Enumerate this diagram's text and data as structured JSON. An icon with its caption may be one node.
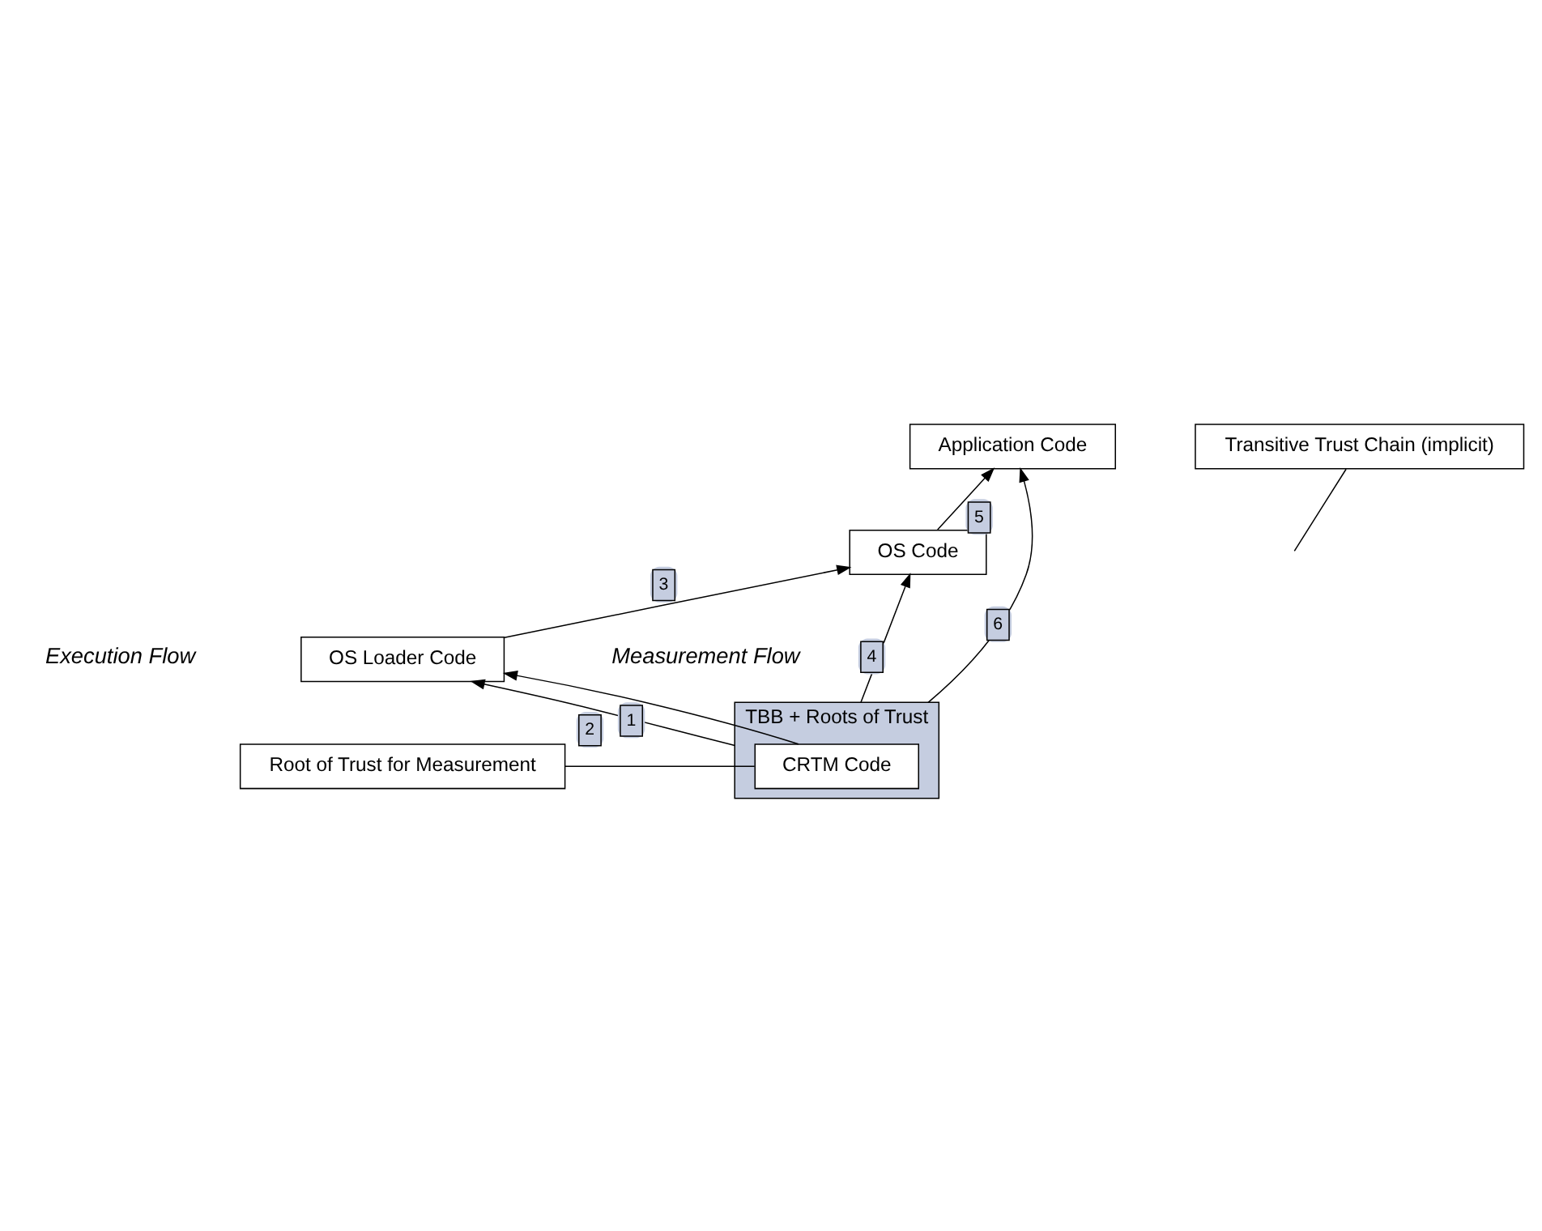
{
  "diagram": {
    "nodes": [
      {
        "text": [
          "TBB + Roots of Trust"
        ]
      },
      {
        "text": [
          "CRTM Code"
        ],
        "in": 0
      },
      {
        "text": [
          "OS Loader Code"
        ]
      },
      {
        "text": [
          "OS Code"
        ]
      },
      {
        "text": [
          "Application Code"
        ]
      },
      {
        "text": [
          "Transitive Trust Chain (implicit)"
        ]
      },
      {
        "text": [
          "Root of Trust for Measurement"
        ]
      }
    ],
    "edges": [
      {
        "from": 0,
        "to": 2,
        "arrow": "to",
        "label": "2"
      },
      {
        "from": 0,
        "to": 3,
        "arrow": "to",
        "label": "4"
      },
      {
        "from": 0,
        "to": 4,
        "arrow": "to",
        "label": "6"
      },
      {
        "from": 1,
        "to": 2,
        "arrow": "to",
        "label": "1"
      },
      {
        "from": 2,
        "to": 3,
        "arrow": "to",
        "label": "3"
      },
      {
        "from": 3,
        "to": 4,
        "arrow": "to",
        "label": "5"
      },
      {
        "from": 5,
        "to": null,
        "arrow": "none"
      },
      {
        "from": 6,
        "to": 1,
        "arrow": "none"
      }
    ],
    "labels": [
      "Execution Flow",
      "Measurement Flow"
    ]
  }
}
